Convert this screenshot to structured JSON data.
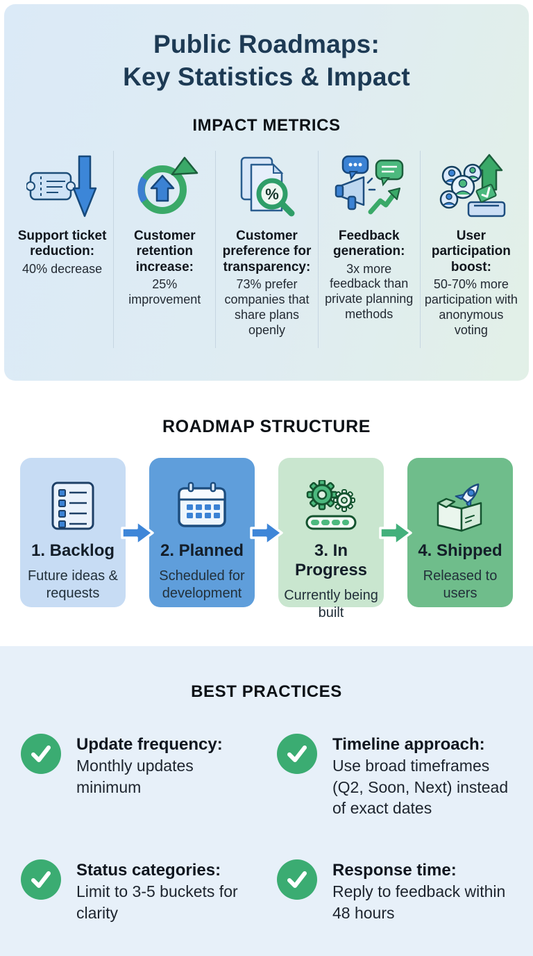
{
  "title": {
    "line1": "Public Roadmaps:",
    "line2": "Key Statistics & Impact"
  },
  "impact": {
    "header": "IMPACT METRICS",
    "metrics": [
      {
        "icon": "ticket-decrease-icon",
        "title": "Support ticket reduction:",
        "value": "40% decrease"
      },
      {
        "icon": "retention-cycle-icon",
        "title": "Customer retention increase:",
        "value": "25% improvement"
      },
      {
        "icon": "transparency-document-icon",
        "title": "Customer preference for transparency:",
        "value": "73% prefer companies that share plans openly"
      },
      {
        "icon": "megaphone-feedback-icon",
        "title": "Feedback generation:",
        "value": "3x more feedback than private planning methods"
      },
      {
        "icon": "voting-participation-icon",
        "title": "User participation boost:",
        "value": "50-70% more participation with anonymous voting"
      }
    ]
  },
  "roadmap": {
    "header": "ROADMAP STRUCTURE",
    "stages": [
      {
        "icon": "backlog-list-icon",
        "title": "1. Backlog",
        "subtitle": "Future ideas & requests",
        "bg": "#c7dcf4"
      },
      {
        "icon": "calendar-icon",
        "title": "2. Planned",
        "subtitle": "Scheduled for development",
        "bg": "#5f9edb"
      },
      {
        "icon": "gears-progress-icon",
        "title": "3. In Progress",
        "subtitle": "Currently being built",
        "bg": "#c9e6cf"
      },
      {
        "icon": "shipped-box-rocket-icon",
        "title": "4. Shipped",
        "subtitle": "Released to users",
        "bg": "#6fbd8b"
      }
    ],
    "arrows": [
      {
        "color": "#3e86d8"
      },
      {
        "color": "#3e86d8"
      },
      {
        "color": "#43b07c"
      }
    ]
  },
  "practices": {
    "header": "BEST PRACTICES",
    "items": [
      {
        "title": "Update frequency:",
        "body": "Monthly updates minimum"
      },
      {
        "title": "Timeline approach:",
        "body": "Use broad timeframes (Q2, Soon, Next) instead of exact dates"
      },
      {
        "title": "Status categories:",
        "body": "Limit to 3-5 buckets for clarity"
      },
      {
        "title": "Response time:",
        "body": "Reply to feedback within 48 hours"
      }
    ]
  },
  "colors": {
    "title_navy": "#1d3a54",
    "accent_blue": "#3e86d8",
    "accent_green": "#3bac72",
    "hero_gradient_start": "#dbeaf7",
    "hero_gradient_end": "#e2f0e7",
    "practices_bg": "#e7f0f9"
  }
}
